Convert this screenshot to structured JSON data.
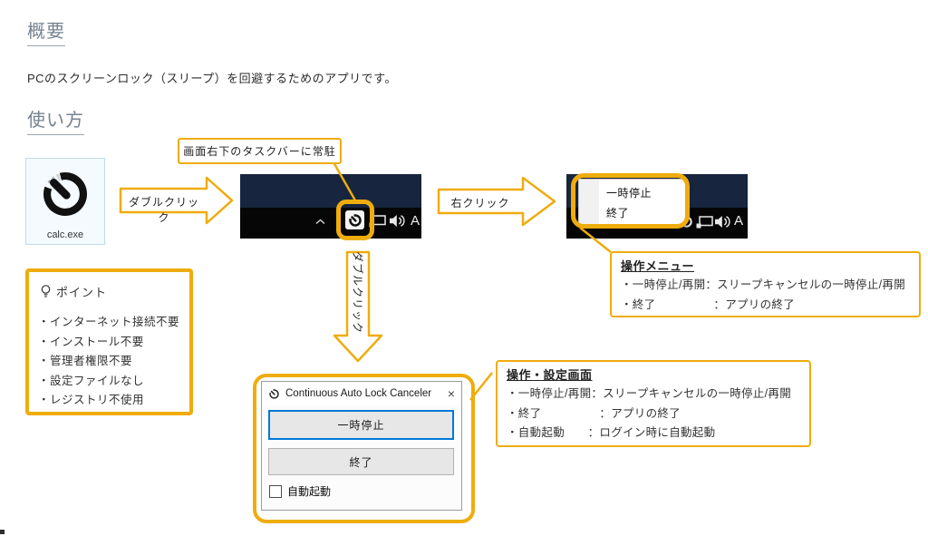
{
  "headings": {
    "overview": "概要",
    "usage": "使い方"
  },
  "description": "PCのスクリーンロック（スリープ）を回避するためのアプリです。",
  "labels": {
    "double_click": "ダブルクリック",
    "right_click": "右クリック",
    "tray_callout": "画面右下のタスクバーに常駐",
    "app_file_name": "calc.exe",
    "ime_indicator": "A"
  },
  "context_menu": {
    "items": [
      "一時停止",
      "終了"
    ]
  },
  "points": {
    "title": "ポイント",
    "items": [
      "・インターネット接続不要",
      "・インストール不要",
      "・管理者権限不要",
      "・設定ファイルなし",
      "・レジストリ不使用"
    ]
  },
  "menu_note": {
    "title": "操作メニュー",
    "lines": [
      "・一時停止/再開：スリープキャンセルの一時停止/再開",
      "・終了　　　　　：アプリの終了"
    ]
  },
  "settings_note": {
    "title": "操作・設定画面",
    "lines": [
      "・一時停止/再開：スリープキャンセルの一時停止/再開",
      "・終了　　　　　：アプリの終了",
      "・自動起動　　：ログイン時に自動起動"
    ]
  },
  "dialog": {
    "title": "Continuous Auto Lock Canceler",
    "close": "×",
    "buttons": {
      "pause": "一時停止",
      "exit": "終了"
    },
    "autostart": {
      "label": "自動起動",
      "checked": false
    }
  },
  "colors": {
    "accent_gold": "#EFAC0D",
    "heading_gray": "#75828F",
    "desktop_navy": "#17253F",
    "taskbar_black": "#060606",
    "focus_blue": "#0078D7",
    "icon_card_blue": "#BCDDF2"
  }
}
